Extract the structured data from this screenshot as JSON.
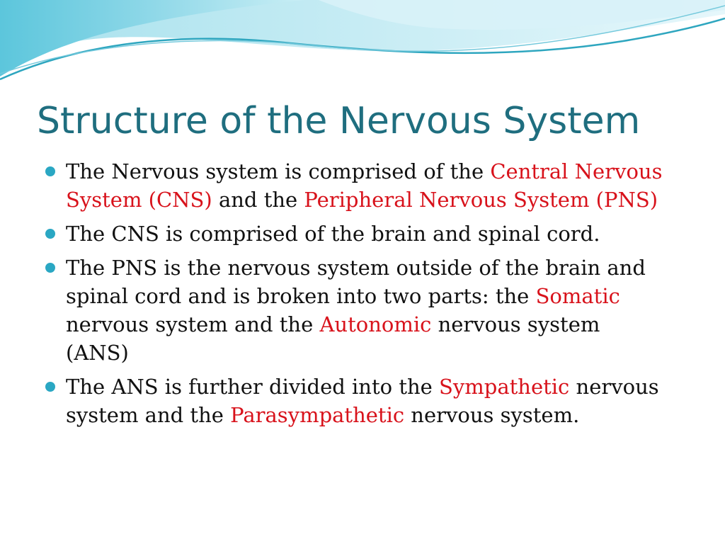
{
  "colors": {
    "title": "#1f6e7f",
    "bullet_marker": "#2aa7c3",
    "highlight": "#d8121b",
    "body_text": "#111111",
    "wave_dark": "#2ea6bf",
    "wave_light": "#bfe9f2"
  },
  "slide": {
    "title": "Structure of the Nervous System",
    "bullets": [
      {
        "t1": "The Nervous system is comprised of the ",
        "h1": "Central Nervous System (CNS)",
        "t2": " and the ",
        "h2": "Peripheral Nervous System (PNS)"
      },
      {
        "t1": "The CNS is comprised of the brain and spinal cord."
      },
      {
        "t1": "The PNS is the nervous system outside of the brain and spinal cord and is broken into two parts: the ",
        "h1": "Somatic",
        "t2": " nervous system and the ",
        "h2": "Autonomic",
        "t3": " nervous system (ANS)"
      },
      {
        "t1": "The ANS is further divided into the ",
        "h1": "Sympathetic",
        "t2": " nervous system and the ",
        "h2": "Parasympathetic",
        "t3": " nervous system."
      }
    ]
  }
}
